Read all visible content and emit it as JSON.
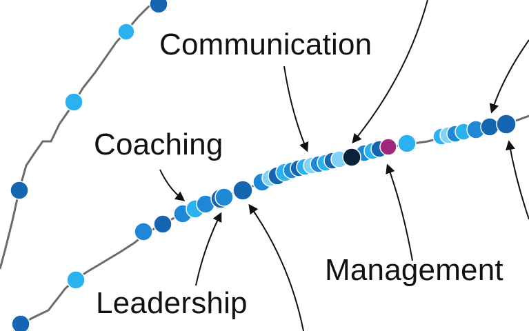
{
  "labels": {
    "communication": "Communication",
    "coaching": "Coaching",
    "management": "Management",
    "leadership": "Leadership"
  },
  "colors": {
    "line": "#6b6b6b",
    "arrow": "#111111",
    "dot_dark_blue": "#1565b0",
    "dot_mid_blue": "#1e88d6",
    "dot_light_blue": "#29b2ef",
    "dot_pale_blue": "#7fd4f5",
    "dot_navy": "#0b2238",
    "dot_magenta": "#a0267e",
    "dot_outline": "#ffffff"
  }
}
